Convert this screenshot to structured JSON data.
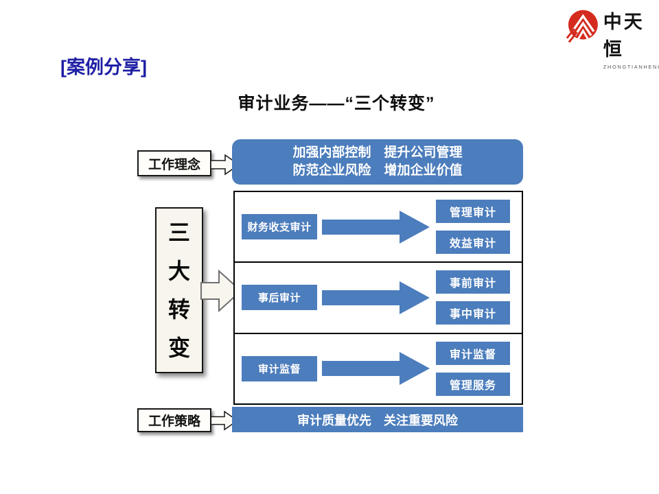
{
  "slide": {
    "accent_blue": "#4c7dbc",
    "heading_color": "#1f1fa6",
    "heading": "[案例分享]",
    "title": "审计业务——“三个转变”"
  },
  "logo": {
    "name": "中天恒",
    "subtitle": "ZHONGTIANHENG",
    "mark_color": "#d42b1e"
  },
  "philosophy": {
    "label": "工作理念",
    "line1": "加强内部控制　提升公司管理",
    "line2": "防范企业风险　增加企业价值"
  },
  "transformations": {
    "label": "三大转变",
    "rows": [
      {
        "from": "财务收支审计",
        "to": [
          "管理审计",
          "效益审计"
        ]
      },
      {
        "from": "事后审计",
        "to": [
          "事前审计",
          "事中审计"
        ]
      },
      {
        "from": "审计监督",
        "to": [
          "审计监督",
          "管理服务"
        ]
      }
    ]
  },
  "strategy": {
    "label": "工作策略",
    "text": "审计质量优先　关注重要风险"
  }
}
